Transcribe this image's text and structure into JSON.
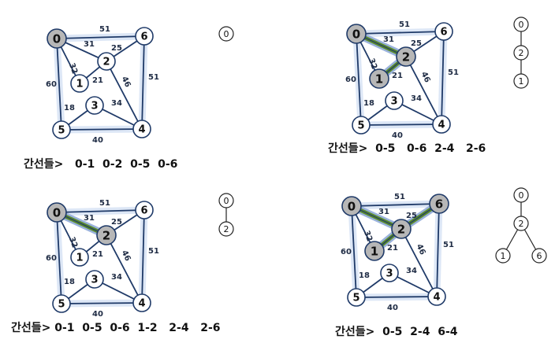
{
  "colors": {
    "edge": "#1f3a68",
    "glow": "#c3d5ef",
    "highlight_fill": "#5a8a2e",
    "highlight_glow": "#9bb3dc",
    "visited_node": "#b7b7b7",
    "node": "#ffffff"
  },
  "panels": [
    {
      "caption": "간선들>   0-1  0-2  0-5  0-6",
      "nodes": [
        {
          "id": "0",
          "label": "0",
          "visited": true
        },
        {
          "id": "1",
          "label": "1",
          "visited": false
        },
        {
          "id": "2",
          "label": "2",
          "visited": false
        },
        {
          "id": "3",
          "label": "3",
          "visited": false
        },
        {
          "id": "4",
          "label": "4",
          "visited": false
        },
        {
          "id": "5",
          "label": "5",
          "visited": false
        },
        {
          "id": "6",
          "label": "6",
          "visited": false
        }
      ],
      "edges": [
        {
          "from": "0",
          "to": "6",
          "weight": "51",
          "highlight": false
        },
        {
          "from": "0",
          "to": "2",
          "weight": "31",
          "highlight": false
        },
        {
          "from": "0",
          "to": "1",
          "weight": "32",
          "highlight": false
        },
        {
          "from": "0",
          "to": "5",
          "weight": "60",
          "highlight": false
        },
        {
          "from": "1",
          "to": "2",
          "weight": "21",
          "highlight": false
        },
        {
          "from": "2",
          "to": "6",
          "weight": "25",
          "highlight": false
        },
        {
          "from": "2",
          "to": "4",
          "weight": "46",
          "highlight": false
        },
        {
          "from": "6",
          "to": "4",
          "weight": "51",
          "highlight": false
        },
        {
          "from": "5",
          "to": "3",
          "weight": "18",
          "highlight": false
        },
        {
          "from": "3",
          "to": "4",
          "weight": "34",
          "highlight": false
        },
        {
          "from": "5",
          "to": "4",
          "weight": "40",
          "highlight": false
        }
      ],
      "tree": {
        "nodes": [
          "0"
        ],
        "edges": []
      }
    },
    {
      "caption": "간선들>  0-5   0-6  2-4   2-6",
      "nodes": [
        {
          "id": "0",
          "label": "0",
          "visited": true
        },
        {
          "id": "1",
          "label": "1",
          "visited": true
        },
        {
          "id": "2",
          "label": "2",
          "visited": true
        },
        {
          "id": "3",
          "label": "3",
          "visited": false
        },
        {
          "id": "4",
          "label": "4",
          "visited": false
        },
        {
          "id": "5",
          "label": "5",
          "visited": false
        },
        {
          "id": "6",
          "label": "6",
          "visited": false
        }
      ],
      "edges": [
        {
          "from": "0",
          "to": "6",
          "weight": "51",
          "highlight": false
        },
        {
          "from": "0",
          "to": "2",
          "weight": "31",
          "highlight": true
        },
        {
          "from": "0",
          "to": "1",
          "weight": "32",
          "highlight": false
        },
        {
          "from": "0",
          "to": "5",
          "weight": "60",
          "highlight": false
        },
        {
          "from": "1",
          "to": "2",
          "weight": "21",
          "highlight": true
        },
        {
          "from": "2",
          "to": "6",
          "weight": "25",
          "highlight": false
        },
        {
          "from": "2",
          "to": "4",
          "weight": "46",
          "highlight": false
        },
        {
          "from": "6",
          "to": "4",
          "weight": "51",
          "highlight": false
        },
        {
          "from": "5",
          "to": "3",
          "weight": "18",
          "highlight": false
        },
        {
          "from": "3",
          "to": "4",
          "weight": "34",
          "highlight": false
        },
        {
          "from": "5",
          "to": "4",
          "weight": "40",
          "highlight": false
        }
      ],
      "tree": {
        "nodes": [
          "0",
          "2",
          "1"
        ],
        "edges": [
          [
            "0",
            "2"
          ],
          [
            "2",
            "1"
          ]
        ]
      }
    },
    {
      "caption": "간선들> 0-1  0-5  0-6  1-2   2-4   2-6",
      "nodes": [
        {
          "id": "0",
          "label": "0",
          "visited": true
        },
        {
          "id": "1",
          "label": "1",
          "visited": false
        },
        {
          "id": "2",
          "label": "2",
          "visited": true
        },
        {
          "id": "3",
          "label": "3",
          "visited": false
        },
        {
          "id": "4",
          "label": "4",
          "visited": false
        },
        {
          "id": "5",
          "label": "5",
          "visited": false
        },
        {
          "id": "6",
          "label": "6",
          "visited": false
        }
      ],
      "edges": [
        {
          "from": "0",
          "to": "6",
          "weight": "51",
          "highlight": false
        },
        {
          "from": "0",
          "to": "2",
          "weight": "31",
          "highlight": true
        },
        {
          "from": "0",
          "to": "1",
          "weight": "32",
          "highlight": false
        },
        {
          "from": "0",
          "to": "5",
          "weight": "60",
          "highlight": false
        },
        {
          "from": "1",
          "to": "2",
          "weight": "21",
          "highlight": false
        },
        {
          "from": "2",
          "to": "6",
          "weight": "25",
          "highlight": false
        },
        {
          "from": "2",
          "to": "4",
          "weight": "46",
          "highlight": false
        },
        {
          "from": "6",
          "to": "4",
          "weight": "51",
          "highlight": false
        },
        {
          "from": "5",
          "to": "3",
          "weight": "18",
          "highlight": false
        },
        {
          "from": "3",
          "to": "4",
          "weight": "34",
          "highlight": false
        },
        {
          "from": "5",
          "to": "4",
          "weight": "40",
          "highlight": false
        }
      ],
      "tree": {
        "nodes": [
          "0",
          "2"
        ],
        "edges": [
          [
            "0",
            "2"
          ]
        ]
      }
    },
    {
      "caption": "간선들>  0-5  2-4  6-4",
      "nodes": [
        {
          "id": "0",
          "label": "0",
          "visited": true
        },
        {
          "id": "1",
          "label": "1",
          "visited": true
        },
        {
          "id": "2",
          "label": "2",
          "visited": true
        },
        {
          "id": "3",
          "label": "3",
          "visited": false
        },
        {
          "id": "4",
          "label": "4",
          "visited": false
        },
        {
          "id": "5",
          "label": "5",
          "visited": false
        },
        {
          "id": "6",
          "label": "6",
          "visited": true
        }
      ],
      "edges": [
        {
          "from": "0",
          "to": "6",
          "weight": "51",
          "highlight": false
        },
        {
          "from": "0",
          "to": "2",
          "weight": "31",
          "highlight": true
        },
        {
          "from": "0",
          "to": "1",
          "weight": "32",
          "highlight": false
        },
        {
          "from": "0",
          "to": "5",
          "weight": "60",
          "highlight": false
        },
        {
          "from": "1",
          "to": "2",
          "weight": "21",
          "highlight": true
        },
        {
          "from": "2",
          "to": "6",
          "weight": "25",
          "highlight": true
        },
        {
          "from": "2",
          "to": "4",
          "weight": "46",
          "highlight": false
        },
        {
          "from": "6",
          "to": "4",
          "weight": "51",
          "highlight": false
        },
        {
          "from": "5",
          "to": "3",
          "weight": "18",
          "highlight": false
        },
        {
          "from": "3",
          "to": "4",
          "weight": "34",
          "highlight": false
        },
        {
          "from": "5",
          "to": "4",
          "weight": "40",
          "highlight": false
        }
      ],
      "tree": {
        "nodes": [
          "0",
          "2",
          "1",
          "6"
        ],
        "edges": [
          [
            "0",
            "2"
          ],
          [
            "2",
            "1"
          ],
          [
            "2",
            "6"
          ]
        ]
      }
    }
  ]
}
